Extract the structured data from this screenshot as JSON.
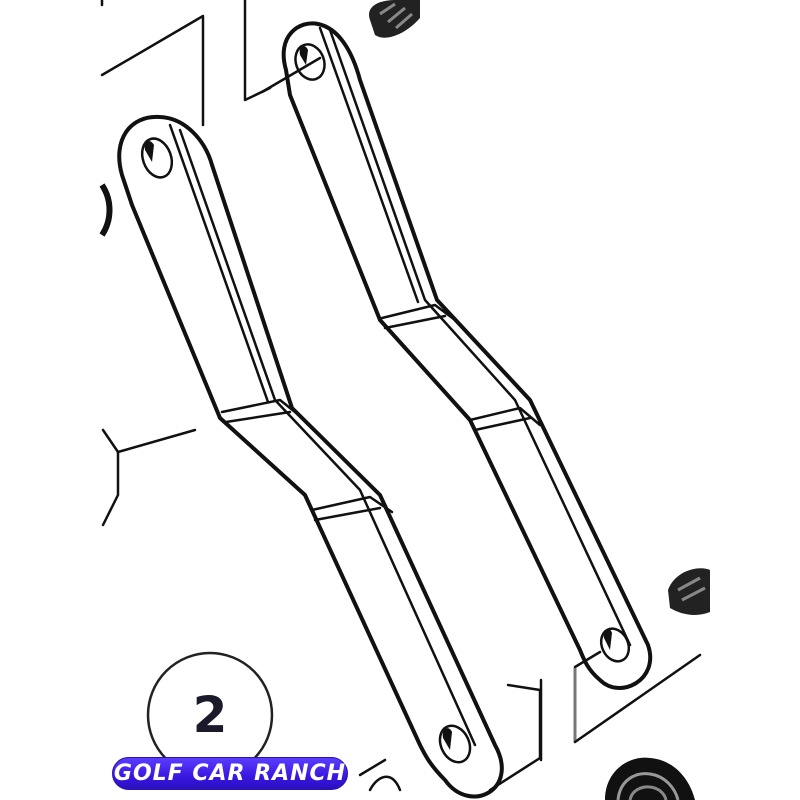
{
  "diagram": {
    "type": "exploded parts diagram",
    "parts": [
      {
        "name": "left-link-arm"
      },
      {
        "name": "right-link-arm"
      },
      {
        "name": "spring-top"
      },
      {
        "name": "spring-right"
      },
      {
        "name": "spring-bottom-right"
      }
    ]
  },
  "callout": {
    "number": "2"
  },
  "logo": {
    "text": "GOLF CAR RANCH",
    "color": "#3a17e0",
    "text_color": "#ffffff"
  },
  "colors": {
    "line": "#111111",
    "background": "#ffffff"
  }
}
